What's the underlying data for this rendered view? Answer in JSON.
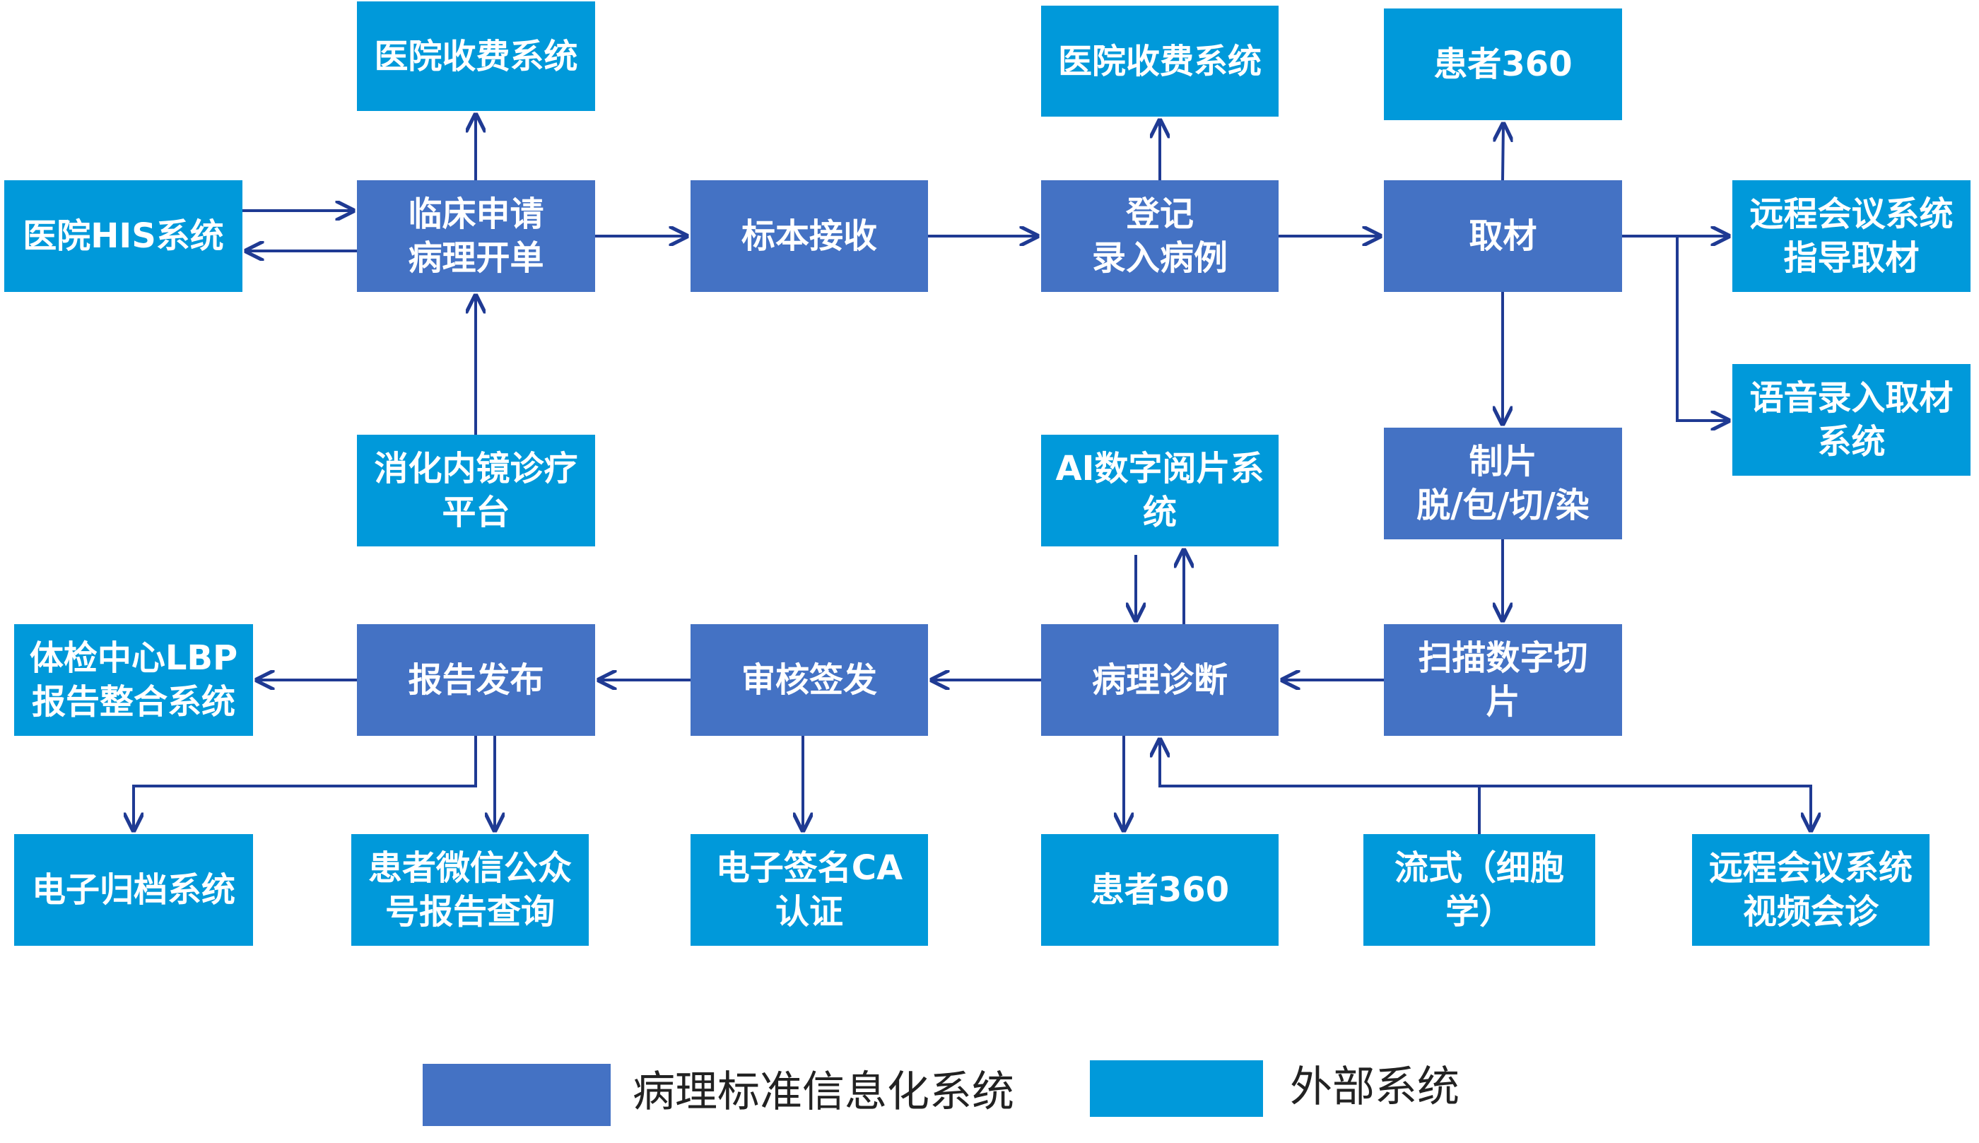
{
  "colors": {
    "internal": "#4472C4",
    "external": "#0099DA",
    "arrow": "#1F3A93"
  },
  "nodes": {
    "his": [
      "医院HIS系统"
    ],
    "billing_1": [
      "医院收费系统"
    ],
    "order": [
      "临床申请",
      "病理开单"
    ],
    "endoscopy": [
      "消化内镜诊疗",
      "平台"
    ],
    "receive": [
      "标本接收"
    ],
    "register": [
      "登记",
      "录入病例"
    ],
    "billing_2": [
      "医院收费系统"
    ],
    "patient360_top": [
      "患者360"
    ],
    "grossing": [
      "取材"
    ],
    "remote_guide": [
      "远程会议系统",
      "指导取材"
    ],
    "voice_entry": [
      "语音录入取材",
      "系统"
    ],
    "slide_making": [
      "制片",
      "脱/包/切/染"
    ],
    "ai_reading": [
      "AI数字阅片系",
      "统"
    ],
    "scan": [
      "扫描数字切",
      "片"
    ],
    "diagnosis": [
      "病理诊断"
    ],
    "review": [
      "审核签发"
    ],
    "publish": [
      "报告发布"
    ],
    "checkup": [
      "体检中心LBP",
      "报告整合系统"
    ],
    "archive": [
      "电子归档系统"
    ],
    "wechat": [
      "患者微信公众",
      "号报告查询"
    ],
    "esign": [
      "电子签名CA",
      "认证"
    ],
    "patient360_bottom": [
      "患者360"
    ],
    "flow": [
      "流式（细胞",
      "学）"
    ],
    "remote_consult": [
      "远程会议系统",
      "视频会诊"
    ]
  },
  "legend": {
    "internal_label": "病理标准信息化系统",
    "external_label": "外部系统"
  }
}
